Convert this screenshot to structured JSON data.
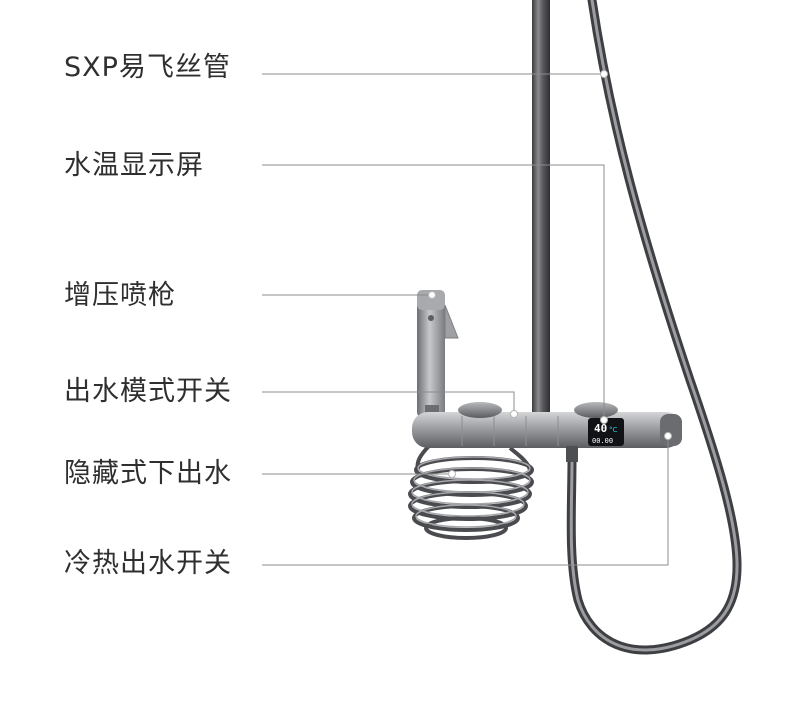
{
  "labels": {
    "hose": "SXP易飞丝管",
    "temp_display": "水温显示屏",
    "pressure_sprayer": "增压喷枪",
    "mode_switch": "出水模式开关",
    "hidden_outlet": "隐藏式下出水",
    "hot_cold_switch": "冷热出水开关"
  },
  "display": {
    "temperature": "40",
    "unit": "°C",
    "time": "00.00"
  },
  "colors": {
    "metal_dark": "#4a4a4d",
    "metal_mid": "#8a8b8f",
    "metal_light": "#c9cacc",
    "leader_line": "#8c8c8c",
    "screen_bg": "#111216",
    "screen_text": "#ffffff",
    "screen_accent": "#2ec4d6"
  }
}
